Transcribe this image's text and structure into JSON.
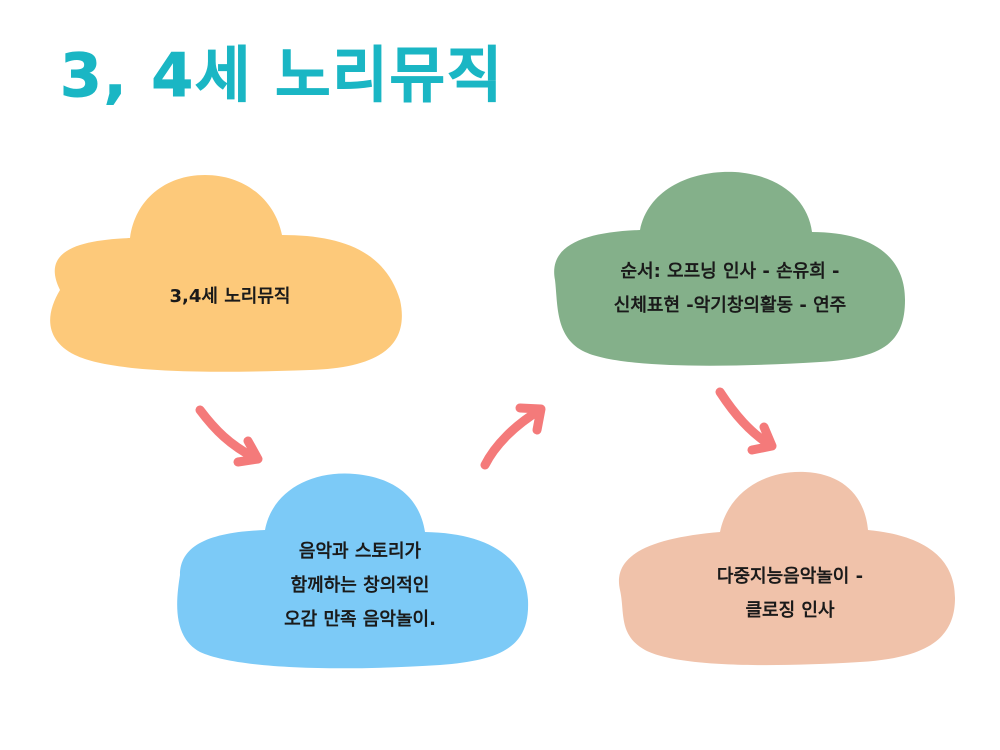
{
  "title": "3, 4세 노리뮤직",
  "colors": {
    "title": "#1ab6c4",
    "orange_cloud": "#fdc97a",
    "green_cloud": "#84b08a",
    "blue_cloud": "#7ccaf7",
    "peach_cloud": "#f0c2aa",
    "arrow": "#f47a7a"
  },
  "clouds": {
    "orange": {
      "lines": [
        "3,4세 노리뮤직"
      ]
    },
    "green": {
      "lines": [
        "순서: 오프닝 인사 - 손유희 -",
        "신체표현 -악기창의활동 - 연주"
      ]
    },
    "blue": {
      "lines": [
        "음악과 스토리가",
        "함께하는 창의적인",
        "오감 만족 음악놀이."
      ]
    },
    "peach": {
      "lines": [
        "다중지능음악놀이 -",
        "클로징 인사"
      ]
    }
  }
}
